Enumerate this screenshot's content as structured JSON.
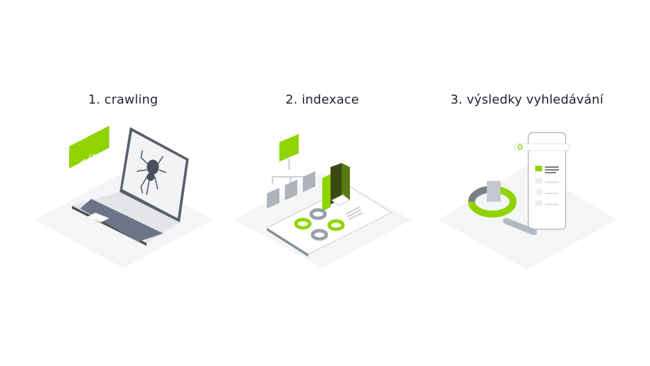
{
  "steps": [
    {
      "title": "1. crawling",
      "icon": "laptop-spider-illustration",
      "badge": "</>"
    },
    {
      "title": "2. indexace",
      "icon": "folders-charts-illustration"
    },
    {
      "title": "3. výsledky vyhledávání",
      "icon": "phone-search-results-illustration"
    }
  ],
  "colors": {
    "accent": "#8fd400",
    "dark": "#4a4f5a",
    "platform": "#f4f5f7"
  }
}
